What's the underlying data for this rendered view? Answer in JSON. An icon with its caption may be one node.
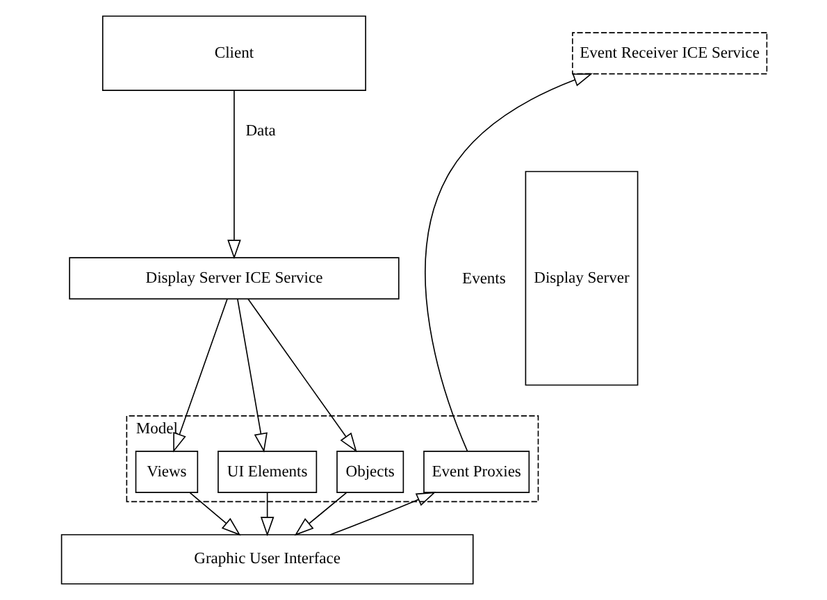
{
  "diagram": {
    "nodes": [
      {
        "text": [
          "Client"
        ]
      },
      {
        "text": [
          "Event Receiver ICE Service"
        ]
      },
      {
        "text": [
          "Display Server"
        ]
      },
      {
        "text": [
          "Display Server ICE Service"
        ]
      },
      {
        "text": [
          "Model"
        ]
      },
      {
        "text": [
          "Objects"
        ],
        "in": 4
      },
      {
        "text": [
          "Views"
        ],
        "in": 4
      },
      {
        "text": [
          "UI Elements"
        ],
        "in": 4
      },
      {
        "text": [
          "Event Proxies"
        ],
        "in": 4
      },
      {
        "text": [
          "Graphic User Interface"
        ]
      }
    ],
    "edges": [
      {
        "from": 0,
        "to": 3,
        "arrow": "to",
        "label": "Data"
      },
      {
        "from": 3,
        "to": 5,
        "arrow": "to"
      },
      {
        "from": 3,
        "to": 6,
        "arrow": "to"
      },
      {
        "from": 3,
        "to": 7,
        "arrow": "to"
      },
      {
        "from": 5,
        "to": 9,
        "arrow": "to"
      },
      {
        "from": 6,
        "to": 9,
        "arrow": "to"
      },
      {
        "from": 7,
        "to": 9,
        "arrow": "to"
      },
      {
        "from": 9,
        "to": 8,
        "arrow": "to"
      },
      {
        "from": 8,
        "to": 1,
        "arrow": "to",
        "label": "Events"
      }
    ]
  }
}
